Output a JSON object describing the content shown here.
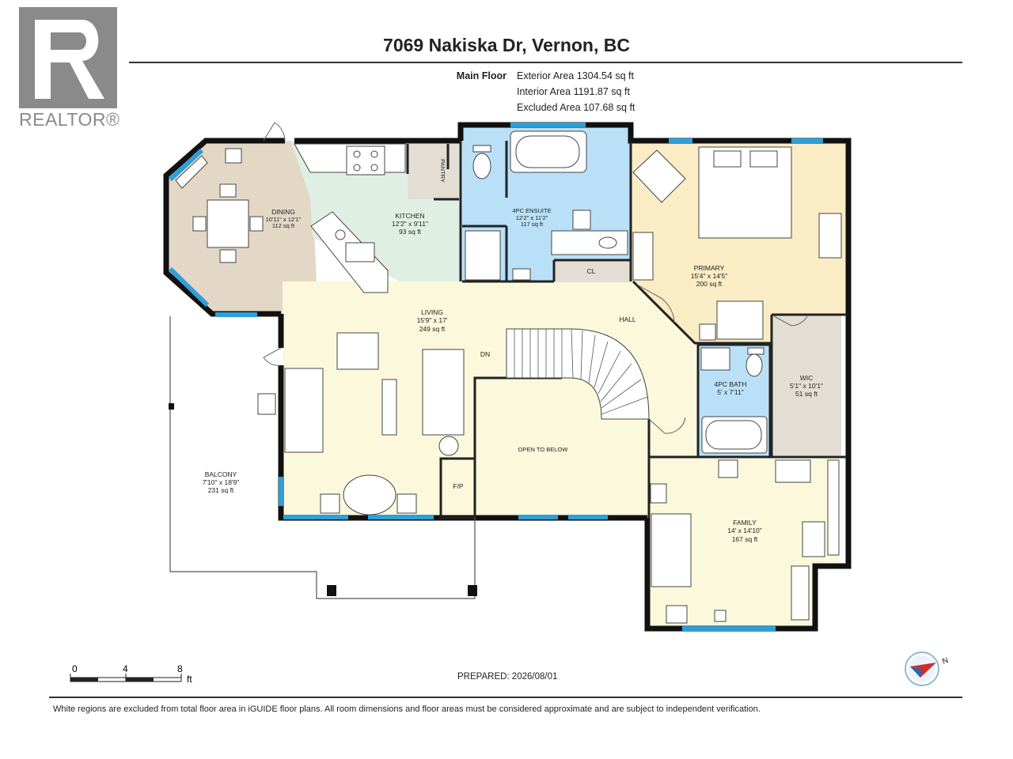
{
  "header": {
    "title": "7069 Nakiska Dr, Vernon, BC",
    "logo_text": "REALTOR®",
    "floor_label": "Main Floor",
    "areas": [
      "Exterior Area 1304.54 sq ft",
      "Interior Area 1191.87 sq ft",
      "Excluded Area 107.68 sq ft"
    ]
  },
  "rooms": {
    "dining": {
      "name": "DINING",
      "dims": "10'11\" x 12'1\"",
      "area": "112 sq ft"
    },
    "kitchen": {
      "name": "KITCHEN",
      "dims": "12'2\" x 9'11\"",
      "area": "93 sq ft"
    },
    "pantry": {
      "name": "PANTRY"
    },
    "ensuite": {
      "name": "4PC ENSUITE",
      "dims": "12'2\" x 11'2\"",
      "area": "117 sq ft"
    },
    "primary": {
      "name": "PRIMARY",
      "dims": "15'4\" x 14'5\"",
      "area": "200 sq ft"
    },
    "cl": {
      "name": "CL"
    },
    "living": {
      "name": "LIVING",
      "dims": "15'9\" x 17'",
      "area": "249 sq ft"
    },
    "hall": {
      "name": "HALL"
    },
    "dn": {
      "name": "DN"
    },
    "bath": {
      "name": "4PC BATH",
      "dims": "5' x 7'11\""
    },
    "wic": {
      "name": "WIC",
      "dims": "5'1\" x 10'1\"",
      "area": "51 sq ft"
    },
    "open": {
      "name": "OPEN TO BELOW"
    },
    "fp": {
      "name": "F/P"
    },
    "balcony": {
      "name": "BALCONY",
      "dims": "7'10\" x 18'9\"",
      "area": "231 sq ft"
    },
    "family": {
      "name": "FAMILY",
      "dims": "14' x 14'10\"",
      "area": "167 sq ft"
    }
  },
  "scale": {
    "ticks": [
      "0",
      "4",
      "8"
    ],
    "unit": "ft"
  },
  "compass": {
    "label": "N"
  },
  "footer": {
    "prepared": "PREPARED: 2026/08/01",
    "disclaimer": "White regions are excluded from total floor area in iGUIDE floor plans. All room dimensions and floor areas must be considered approximate and are subject to independent verification."
  },
  "colors": {
    "dining": "#e3d8c6",
    "kitchen": "#e0efe4",
    "bath": "#b9e0f7",
    "primary": "#faecc4",
    "living": "#fbf8dc",
    "wic": "#e3ddd4",
    "window": "#2e9fd8",
    "wall": "#111111"
  }
}
